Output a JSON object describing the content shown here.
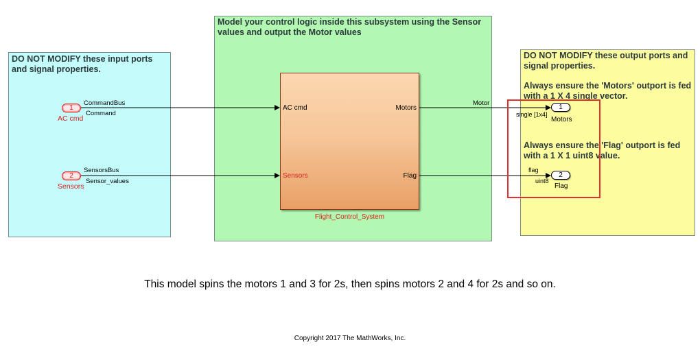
{
  "annotations": {
    "inputs_note": "DO NOT MODIFY these input ports and signal properties.",
    "logic_note": "Model your control logic inside this subsystem using the Sensor values and output the Motor values",
    "outputs_note": "DO NOT MODIFY these output ports and signal properties.",
    "motors_note": "Always ensure the 'Motors' outport is fed with a 1 X 4 single vector.",
    "flag_note": "Always ensure the 'Flag' outport is fed with a 1 X 1 uint8 value."
  },
  "inports": [
    {
      "number": "1",
      "name": "AC cmd",
      "bus": "CommandBus",
      "signal": "Command"
    },
    {
      "number": "2",
      "name": "Sensors",
      "bus": "SensorsBus",
      "signal": "Sensor_values"
    }
  ],
  "subsystem": {
    "name": "Flight_Control_System",
    "inputs": [
      "AC cmd",
      "Sensors"
    ],
    "outputs": [
      "Motors",
      "Flag"
    ]
  },
  "outports": [
    {
      "number": "1",
      "name": "Motors",
      "signal": "Motor",
      "type": "single [1x4]"
    },
    {
      "number": "2",
      "name": "Flag",
      "signal": "flag",
      "type": "uint8"
    }
  ],
  "caption": "This model spins the motors 1 and 3 for 2s, then spins motors 2 and 4 for 2s and so on.",
  "copyright": "Copyright 2017 The MathWorks, Inc.",
  "colors": {
    "inputs_area": "#c4fbfb",
    "logic_area": "#b2f7b2",
    "outputs_area": "#fdfd9f",
    "subsystem": "#f6c79a",
    "highlight": "#e03131",
    "port_red": "#d9211f"
  }
}
